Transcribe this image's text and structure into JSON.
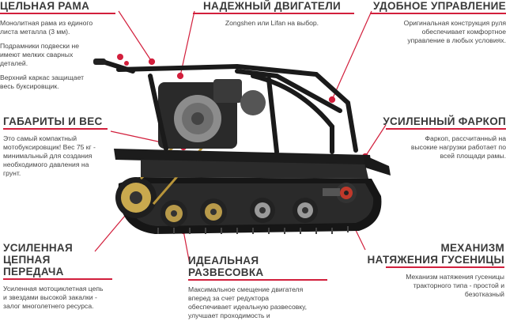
{
  "features": {
    "frame": {
      "title": "ЦЕЛЬНАЯ РАМА",
      "text1": "Монолитная рама из единого листа металла (3 мм).",
      "text2": "Подрамники подвески не имеют мелких сварных деталей.",
      "text3": "Верхний каркас защищает весь буксировщик."
    },
    "engines": {
      "title": "НАДЕЖНЫЙ ДВИГАТЕЛИ",
      "text1": "Zongshen или Lifan на выбор."
    },
    "control": {
      "title": "УДОБНОЕ УПРАВЛЕНИЕ",
      "text1": "Оригинальная конструкция руля обеспечивает комфортное управление в любых условиях."
    },
    "dims": {
      "title": "ГАБАРИТЫ И ВЕС",
      "text1": "Это самый компактный мотобуксировщик! Вес 75 кг - минимальный для создания необходимого давления на грунт."
    },
    "hitch": {
      "title": "УСИЛЕННЫЙ ФАРКОП",
      "text1": "Фаркоп, рассчитанный на высокие нагрузки работает по всей площади рамы."
    },
    "chain": {
      "title1": "УСИЛЕННАЯ",
      "title2": "ЦЕПНАЯ ПЕРЕДАЧА",
      "text1": "Усиленная мотоциклетная цепь и звездами высокой закалки - залог многолетнего ресурса."
    },
    "balance": {
      "title": "ИДЕАЛЬНАЯ РАЗВЕСОВКА",
      "text1": "Максимальное смещение двигателя вперед за счет редуктора обеспечивает идеальную развесовку, улучшает проходимость и управляемость."
    },
    "track": {
      "title1": "МЕХАНИЗМ",
      "title2": "НАТЯЖЕНИЯ ГУСЕНИЦЫ",
      "text1": "Механизм натяжения гусеницы тракторного типа - простой и безотказный"
    }
  },
  "colors": {
    "accent": "#d21f3c",
    "frame_black": "#1a1a1a",
    "track_black": "#111111",
    "wheel_gold": "#b89a4a"
  }
}
